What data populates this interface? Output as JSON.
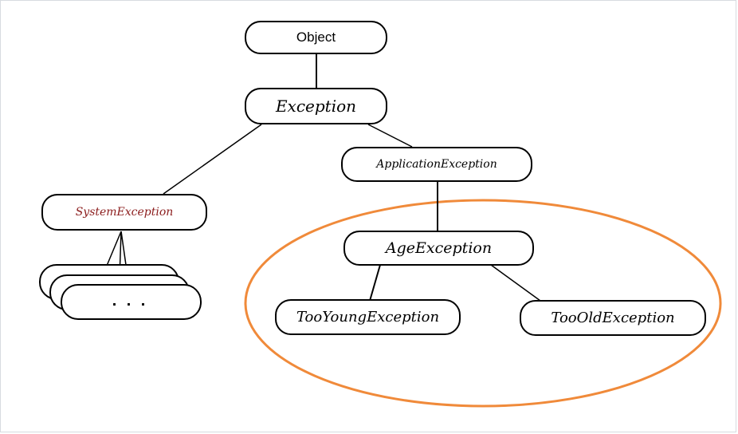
{
  "diagram": {
    "nodes": {
      "object": "Object",
      "exception": "Exception",
      "application_exception": "ApplicationException",
      "system_exception": "SystemException",
      "age_exception": "AgeException",
      "too_young_exception": "TooYoungException",
      "too_old_exception": "TooOldException",
      "system_children": "..."
    },
    "colors": {
      "line": "#000000",
      "highlight_ellipse": "#f08a3a",
      "system_exception_text": "#8b1c1c"
    }
  }
}
